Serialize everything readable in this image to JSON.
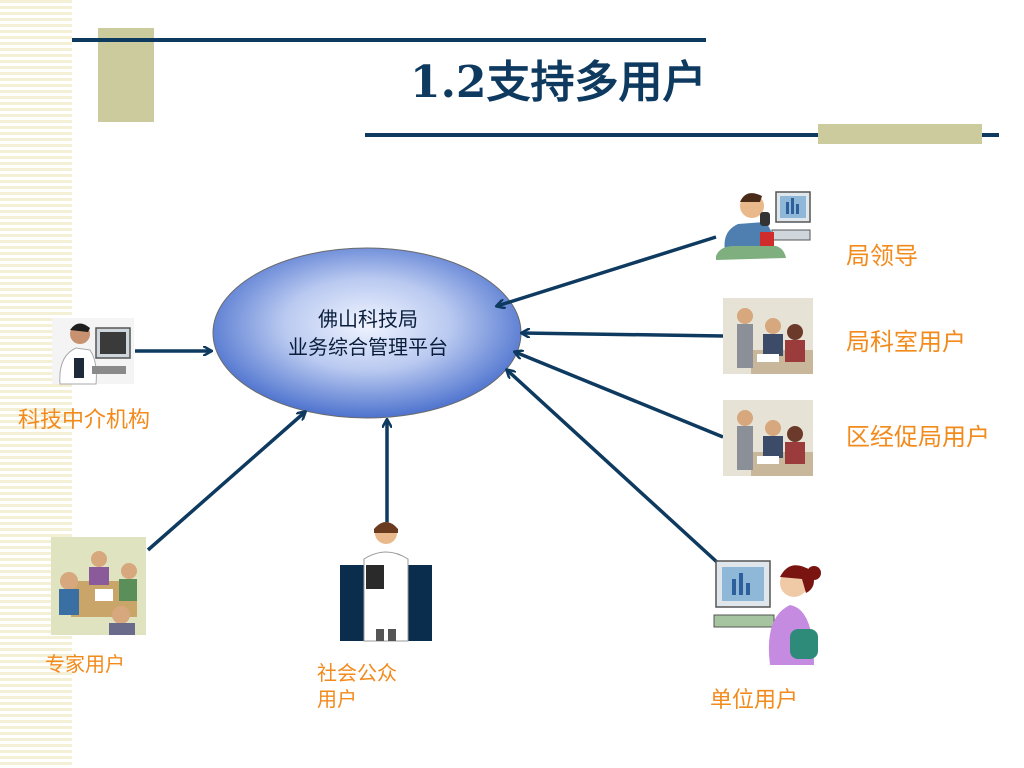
{
  "slide": {
    "title": "1.2支持多用户"
  },
  "center": {
    "line1": "佛山科技局",
    "line2": "业务综合管理平台"
  },
  "nodes": {
    "bureau_leader": "局领导",
    "department_users": "局科室用户",
    "district_users": "区经促局用户",
    "unit_users": "单位用户",
    "public_users_line1": "社会公众",
    "public_users_line2": "用户",
    "expert_users": "专家用户",
    "intermediary": "科技中介机构"
  },
  "colors": {
    "accent_label": "#f28a1c",
    "rule": "#0e3a60",
    "arrow": "#0e3a60",
    "ellipse_center": "#e8eefb",
    "ellipse_edge": "#3a63c8"
  },
  "icons": [
    "person-on-phone-at-computer-icon",
    "business-meeting-icon",
    "business-meeting-icon",
    "woman-at-computer-icon",
    "doctor-icon",
    "team-meeting-icon",
    "man-at-computer-icon"
  ]
}
